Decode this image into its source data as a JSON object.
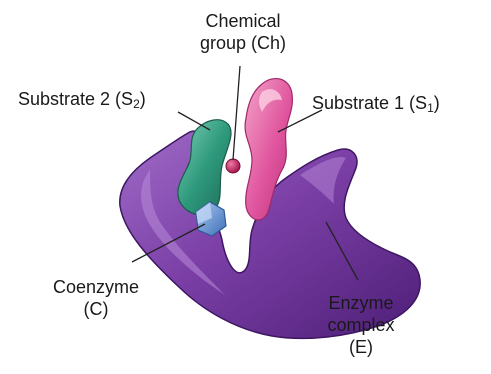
{
  "colors": {
    "enzyme": "#7b3fa6",
    "enzyme_dark": "#4e1f78",
    "enzyme_light": "#a06cc8",
    "substrate1": "#e0559e",
    "substrate1_light": "#f3a3c8",
    "substrate2": "#2f9a7d",
    "substrate2_light": "#7fd0b6",
    "coenzyme": "#5b8fd6",
    "chemical_group": "#c41c5c"
  },
  "labels": {
    "chemical_group": {
      "line1": "Chemical",
      "line2": "group (Ch)"
    },
    "substrate2": {
      "text": "Substrate 2 (S",
      "sub": "2",
      "close": ")"
    },
    "substrate1": {
      "text": "Substrate 1 (S",
      "sub": "1",
      "close": ")"
    },
    "coenzyme": {
      "line1": "Coenzyme",
      "line2": "(C)"
    },
    "enzyme": {
      "line1": "Enzyme",
      "line2": "complex",
      "line3": "(E)"
    }
  }
}
